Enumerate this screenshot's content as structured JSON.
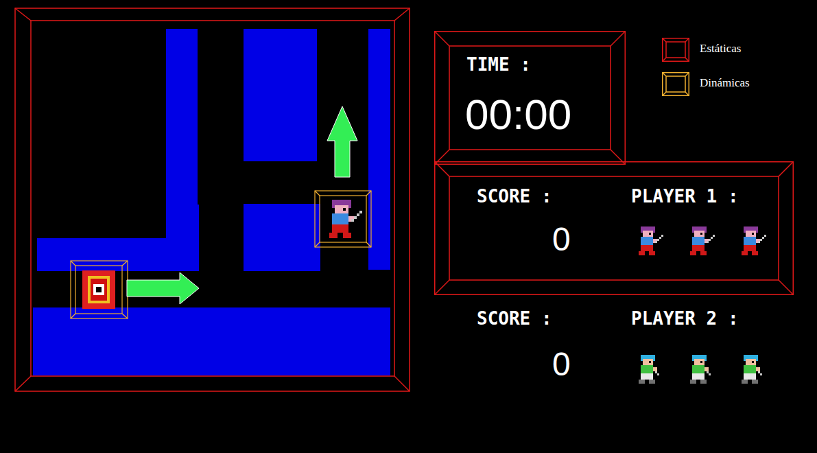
{
  "diagram": {
    "nodes": [
      {
        "text": [
          "TIME :",
          "00:00"
        ]
      },
      {
        "text": [
          "SCORE :",
          "PLAYER 1 :",
          "0"
        ]
      }
    ],
    "labels": [
      "SCORE :",
      "PLAYER 2 :",
      "0"
    ],
    "legend": [
      {
        "text": "Estáticas",
        "color": "#e01818"
      },
      {
        "text": "Dinámicas",
        "color": "#f0b030"
      }
    ]
  }
}
